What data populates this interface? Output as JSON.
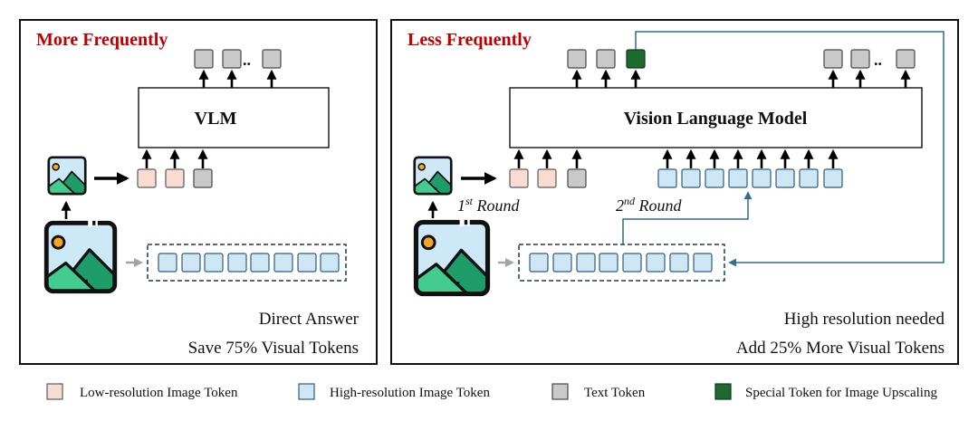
{
  "colors": {
    "title": "#c00000",
    "feedback_line": "#2f6f8e"
  },
  "token_types": {
    "low_res": {
      "label": "Low-resolution Image Token",
      "color": "#f8dcd1"
    },
    "high_res": {
      "label": "High-resolution Image Token",
      "color": "#cfe7f4"
    },
    "text": {
      "label": "Text Token",
      "color": "#c9c9c9"
    },
    "special": {
      "label": "Special Token for Image Upscaling",
      "color": "#1d6a2e"
    }
  },
  "left_panel": {
    "title": "More Frequently",
    "model_label": "VLM",
    "output_ellipsis": "..",
    "result_line1": "Direct Answer",
    "result_line2": "Save 75% Visual Tokens"
  },
  "right_panel": {
    "title": "Less Frequently",
    "model_label": "Vision Language Model",
    "output_ellipsis": "..",
    "round1": {
      "number": "1",
      "suffix": "st",
      "word": "Round"
    },
    "round2": {
      "number": "2",
      "suffix": "nd",
      "word": "Round"
    },
    "result_line1": "High resolution needed",
    "result_line2": "Add 25% More Visual Tokens"
  }
}
